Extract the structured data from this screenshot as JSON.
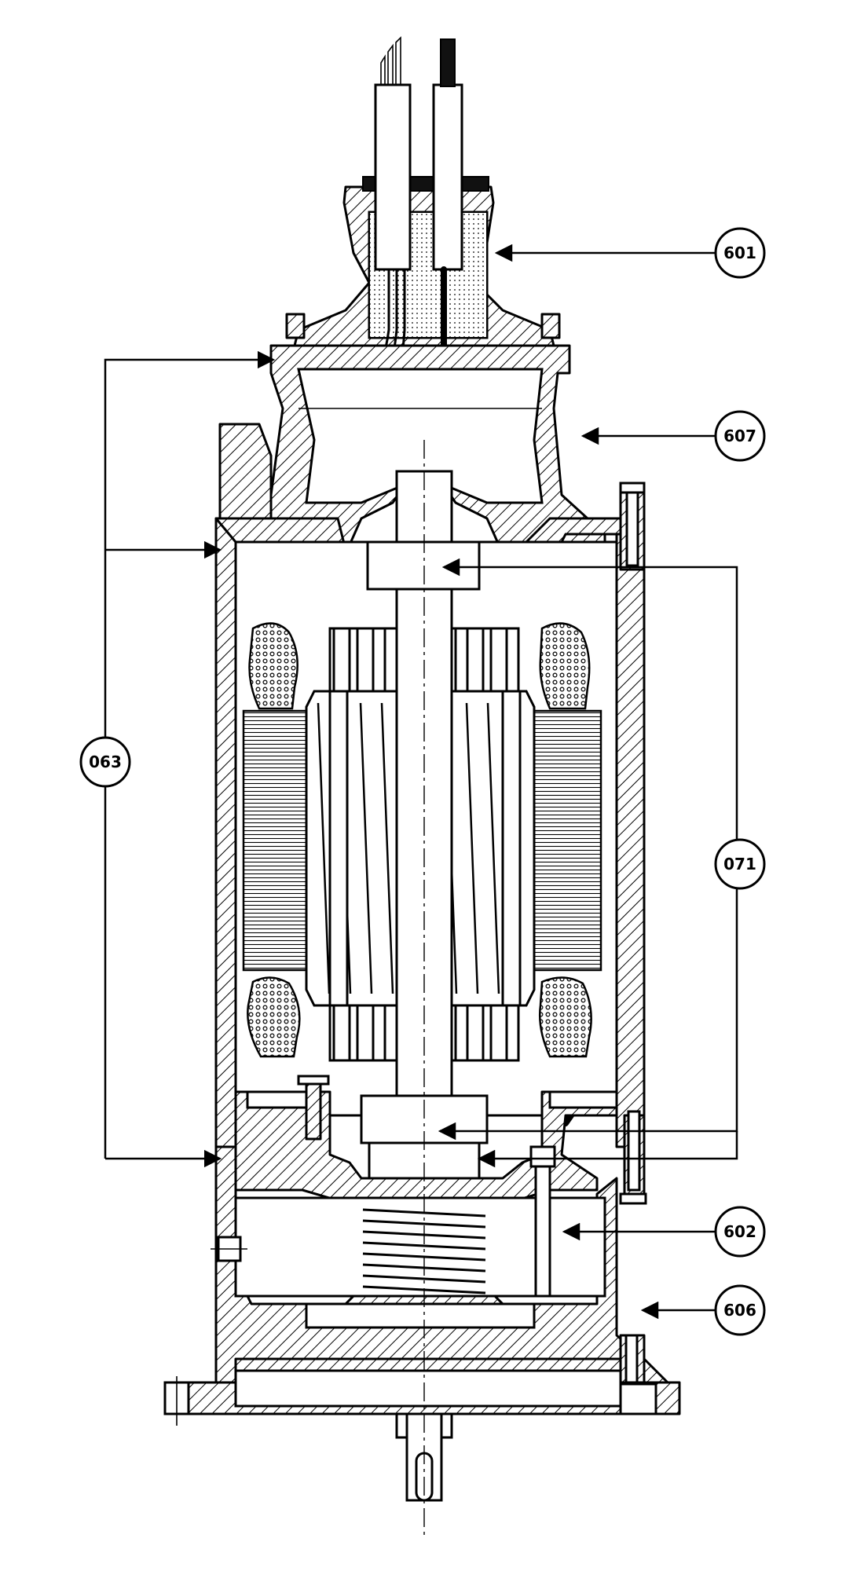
{
  "callouts": [
    {
      "id": "601",
      "label": "601"
    },
    {
      "id": "607",
      "label": "607"
    },
    {
      "id": "063",
      "label": "063"
    },
    {
      "id": "071",
      "label": "071"
    },
    {
      "id": "602",
      "label": "602"
    },
    {
      "id": "606",
      "label": "606"
    }
  ]
}
